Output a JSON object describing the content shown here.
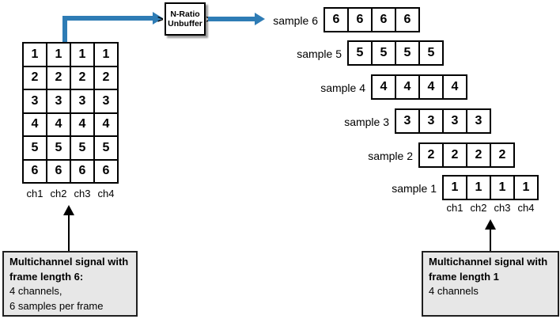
{
  "colors": {
    "signal_blue": "#2e7cb5",
    "note_background": "#e7e7e7",
    "note_border": "#1f1f1f",
    "line_black": "#000000"
  },
  "block": {
    "label_line1": "N-Ratio",
    "label_line2": "Unbuffer",
    "input_port_glyph": ">",
    "output_port_glyph": ">"
  },
  "input_matrix": {
    "rows": [
      [
        "1",
        "1",
        "1",
        "1"
      ],
      [
        "2",
        "2",
        "2",
        "2"
      ],
      [
        "3",
        "3",
        "3",
        "3"
      ],
      [
        "4",
        "4",
        "4",
        "4"
      ],
      [
        "5",
        "5",
        "5",
        "5"
      ],
      [
        "6",
        "6",
        "6",
        "6"
      ]
    ],
    "channel_labels": [
      "ch1",
      "ch2",
      "ch3",
      "ch4"
    ]
  },
  "samples": [
    {
      "label": "sample 6",
      "values": [
        "6",
        "6",
        "6",
        "6"
      ]
    },
    {
      "label": "sample 5",
      "values": [
        "5",
        "5",
        "5",
        "5"
      ]
    },
    {
      "label": "sample 4",
      "values": [
        "4",
        "4",
        "4",
        "4"
      ]
    },
    {
      "label": "sample 3",
      "values": [
        "3",
        "3",
        "3",
        "3"
      ]
    },
    {
      "label": "sample 2",
      "values": [
        "2",
        "2",
        "2",
        "2"
      ]
    },
    {
      "label": "sample 1",
      "values": [
        "1",
        "1",
        "1",
        "1"
      ]
    }
  ],
  "output_channel_labels": [
    "ch1",
    "ch2",
    "ch3",
    "ch4"
  ],
  "left_note": {
    "line1": "Multichannel signal with",
    "line2": "frame length 6:",
    "line3": "4 channels,",
    "line4": "6 samples per frame"
  },
  "right_note": {
    "line1": "Multichannel signal with",
    "line2": "frame length 1",
    "line3": "4 channels"
  }
}
